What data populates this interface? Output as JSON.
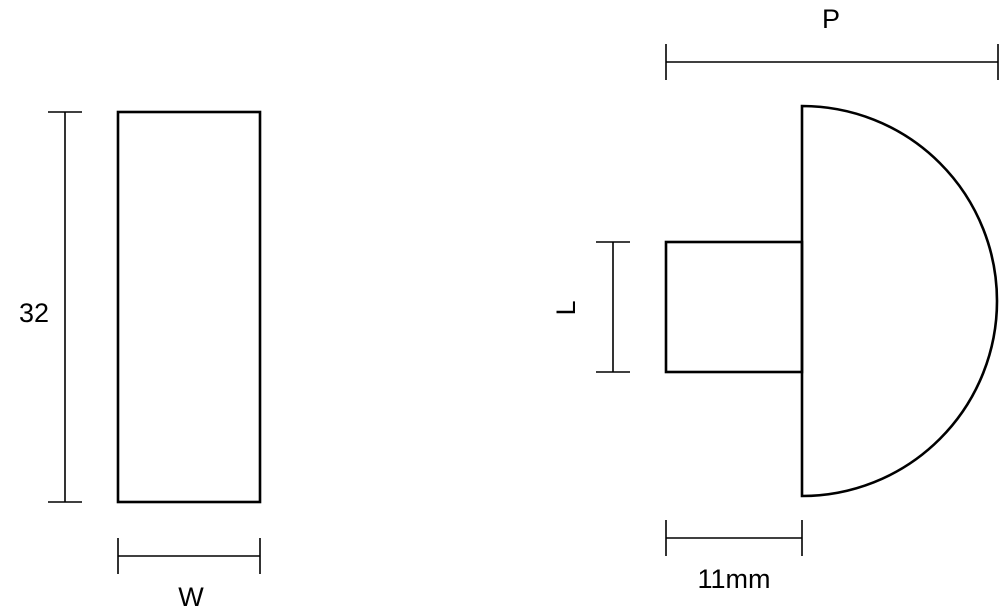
{
  "colors": {
    "line": "#000000",
    "background": "#ffffff"
  },
  "labels": {
    "height": "32",
    "width": "W",
    "projection": "P",
    "length": "L",
    "stem": "11mm"
  }
}
